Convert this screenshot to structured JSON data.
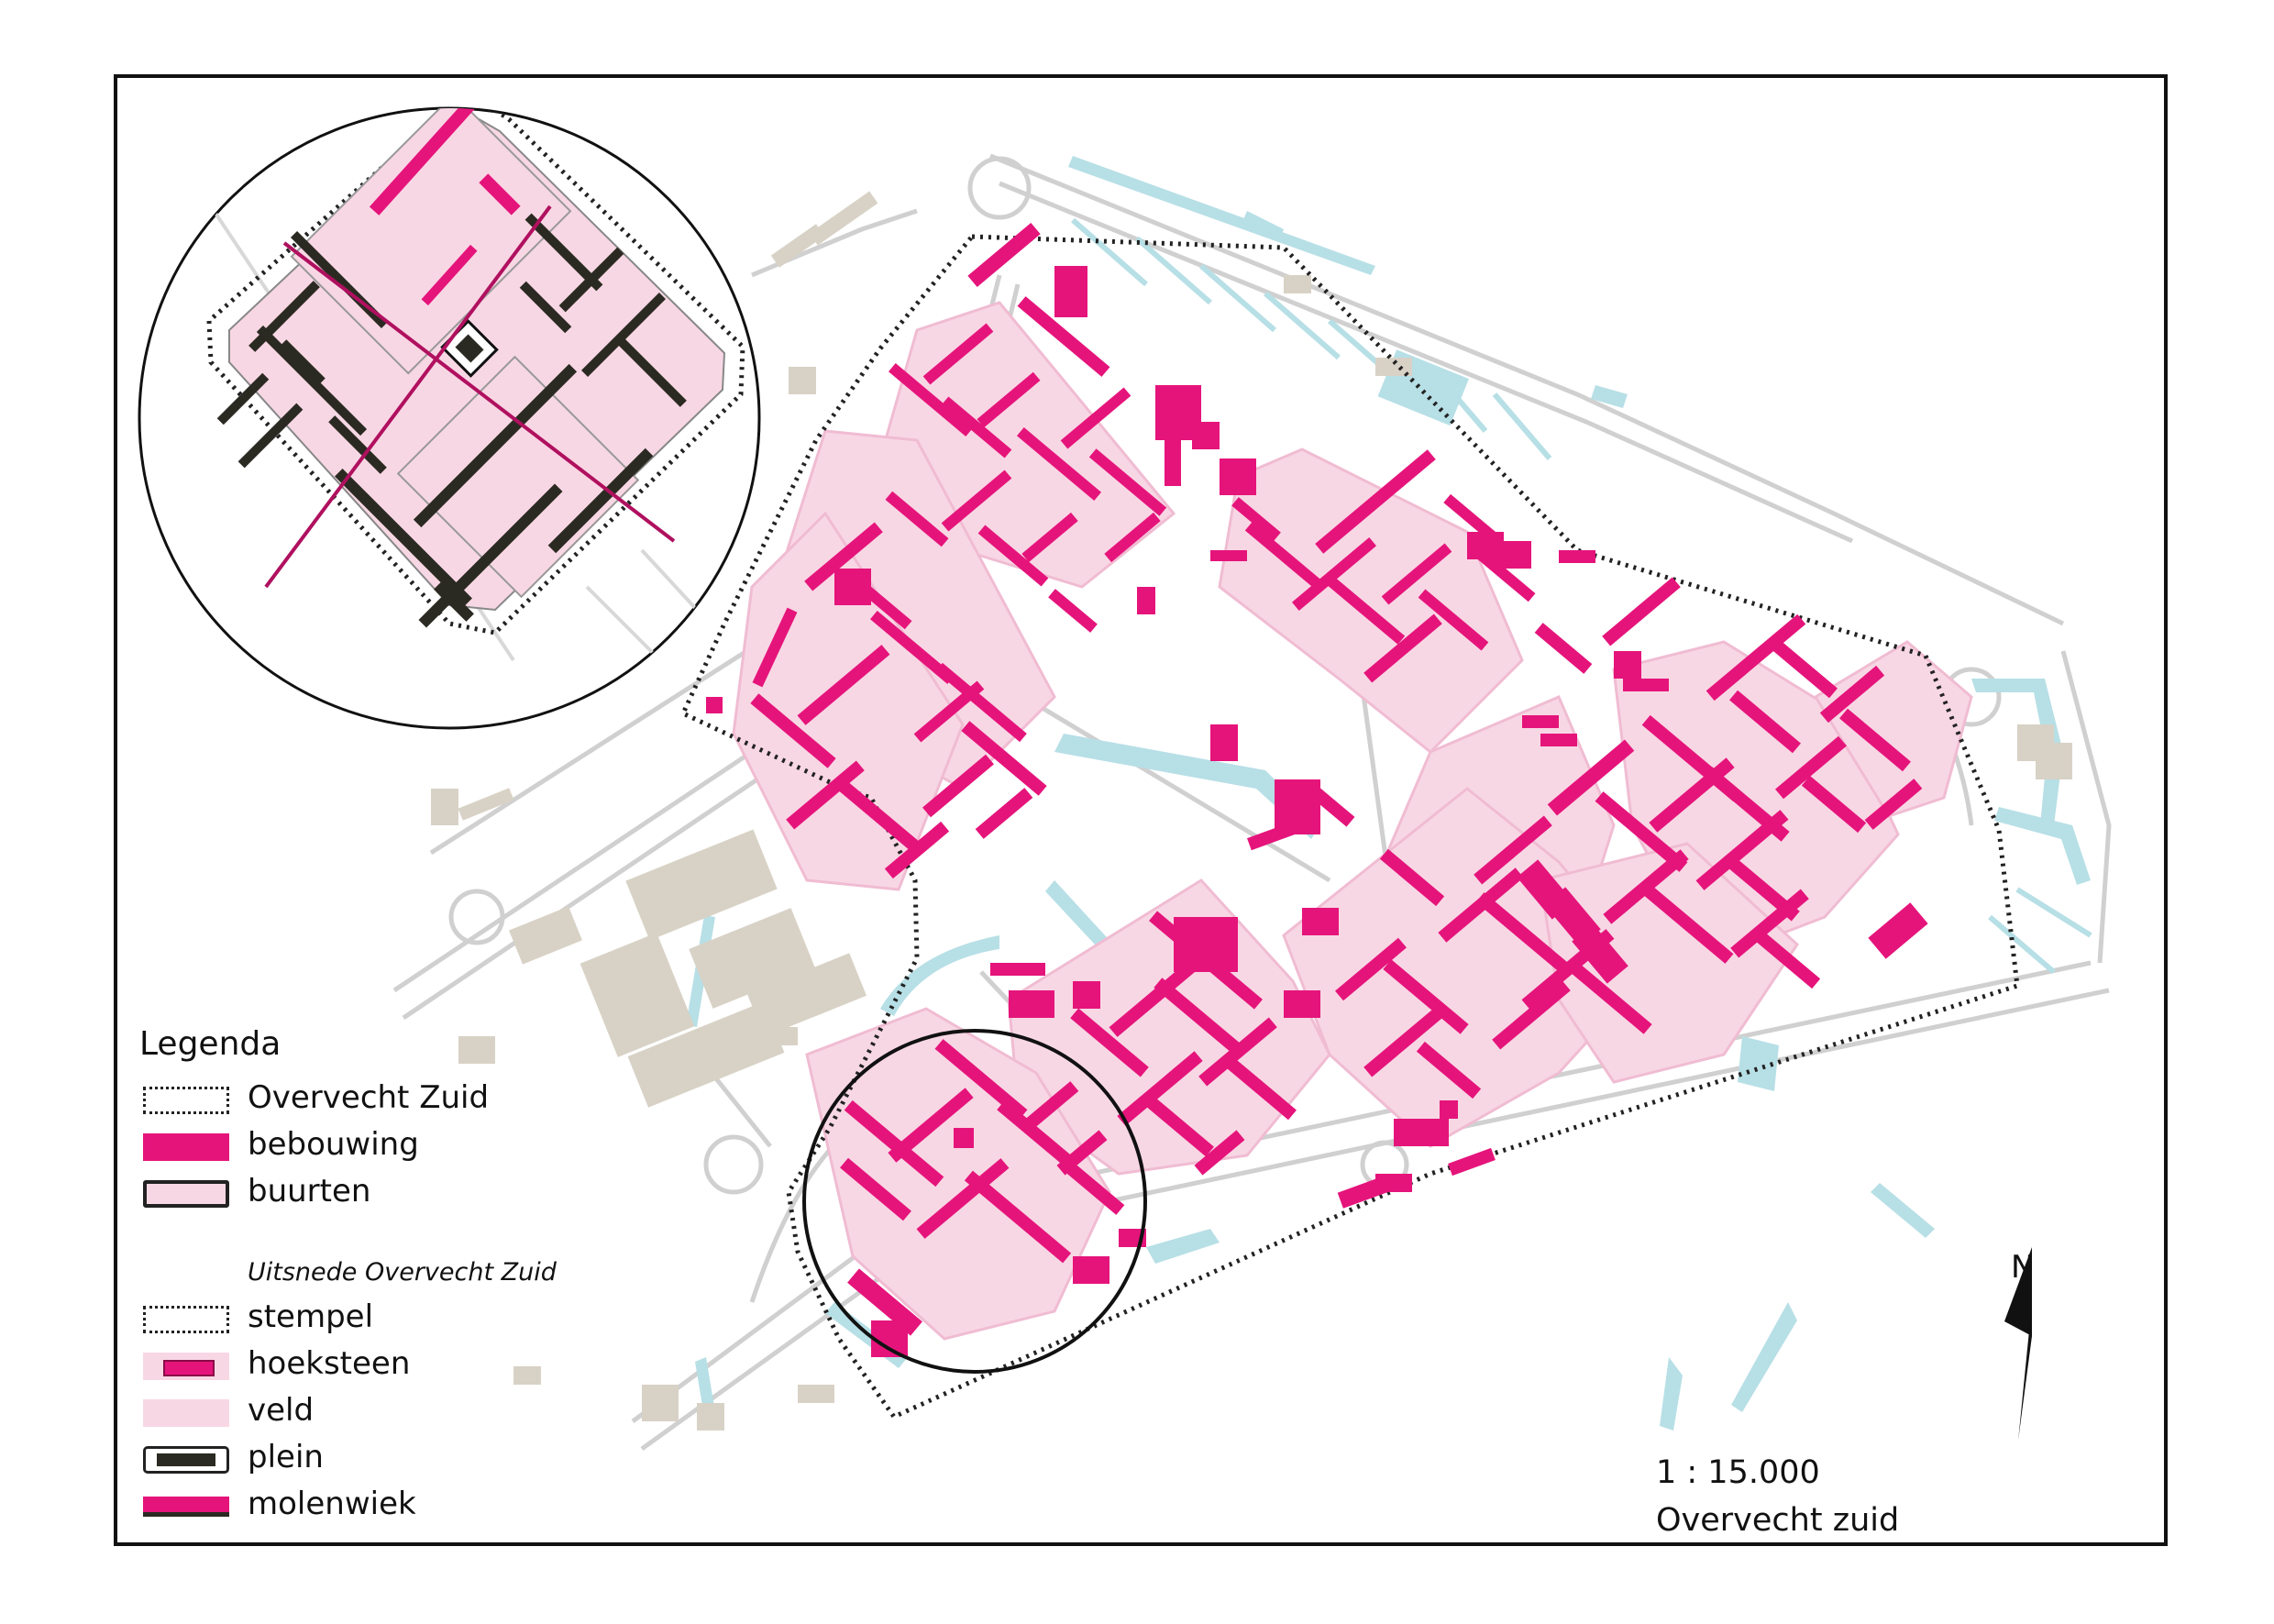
{
  "legend": {
    "title": "Legenda",
    "items": [
      {
        "label": "Overvecht Zuid",
        "swatch": "dotted-border"
      },
      {
        "label": "bebouwing",
        "swatch": "magenta-fill"
      },
      {
        "label": "buurten",
        "swatch": "pink-fill-dark-border"
      }
    ],
    "subtitle": "Uitsnede Overvecht Zuid",
    "sub_items": [
      {
        "label": "stempel",
        "swatch": "dotted-border"
      },
      {
        "label": "hoeksteen",
        "swatch": "pink-with-magenta-bar"
      },
      {
        "label": "veld",
        "swatch": "pink-fill"
      },
      {
        "label": "plein",
        "swatch": "dark-bar-outlined"
      },
      {
        "label": "molenwiek",
        "swatch": "magenta-dark-line"
      }
    ]
  },
  "scale": {
    "ratio": "1 : 15.000",
    "name": "Overvecht zuid"
  },
  "north_arrow": {
    "label": "N"
  },
  "colors": {
    "bebouwing": "#e5147b",
    "buurten": "#f8d7e4",
    "veld": "#f8d7e4",
    "plein": "#2b2a22",
    "water": "#b7dfe6",
    "context_buildings": "#d8d2c6",
    "roads": "#cfcfcf",
    "frame": "#111111"
  }
}
